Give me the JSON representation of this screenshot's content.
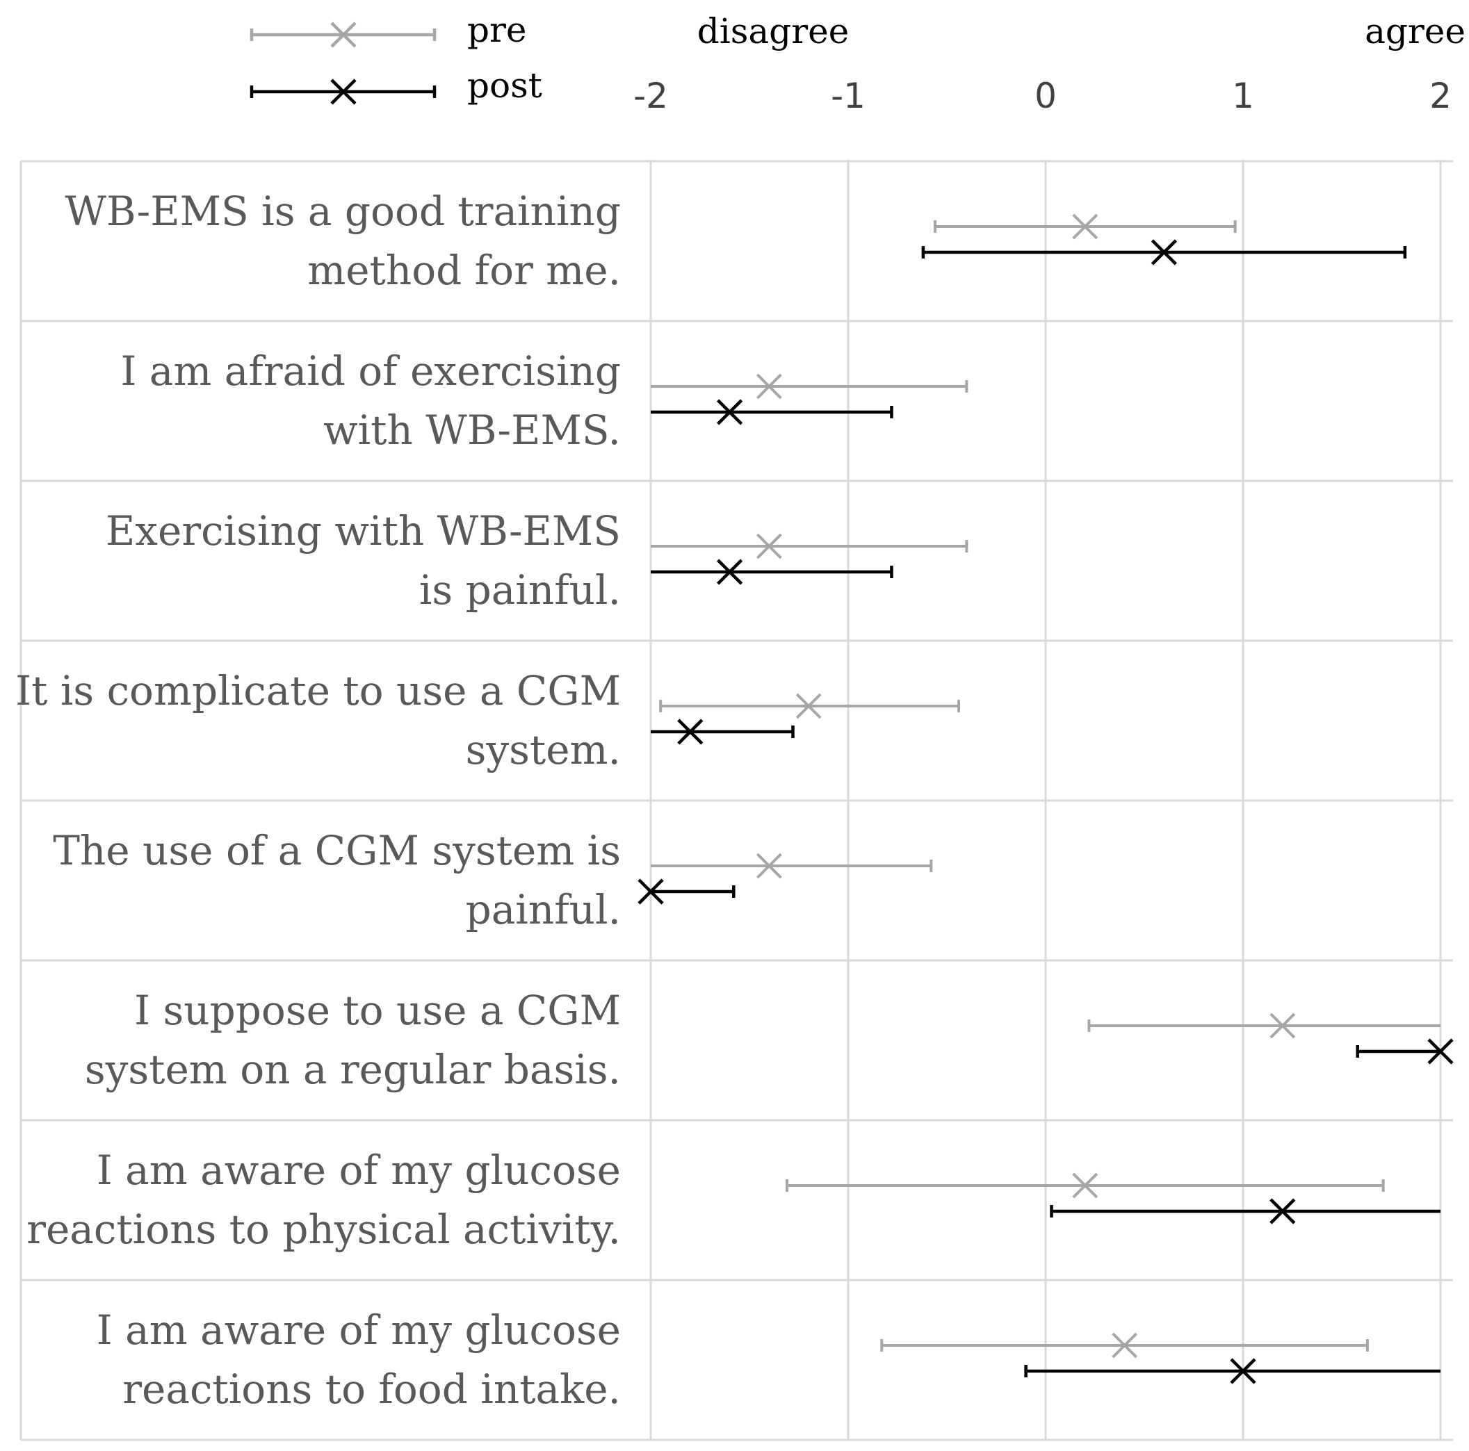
{
  "chart_data": {
    "type": "scatter",
    "subtype": "error-bar dot plot",
    "title": "",
    "xlabel": "",
    "ylabel": "",
    "x_left_label": "disagree",
    "x_right_label": "agree",
    "xlim": [
      -2,
      2
    ],
    "x_ticks": [
      "-2",
      "-1",
      "0",
      "1",
      "2"
    ],
    "grid": true,
    "legend_position": "top-left",
    "categories": [
      [
        "WB-EMS is a good training",
        "method for me."
      ],
      [
        "I am afraid of exercising",
        "with WB-EMS."
      ],
      [
        "Exercising with WB-EMS",
        "is painful."
      ],
      [
        "It is complicate to use a CGM",
        "system."
      ],
      [
        "The use of a CGM system is",
        "painful."
      ],
      [
        "I suppose to use a CGM",
        "system on a regular basis."
      ],
      [
        "I am aware of my glucose",
        "reactions to physical activity."
      ],
      [
        "I am aware of my glucose",
        "reactions to food intake."
      ]
    ],
    "series": [
      {
        "name": "pre",
        "color": "#a6a6a6",
        "values": [
          0.2,
          -1.4,
          -1.4,
          -1.2,
          -1.4,
          1.2,
          0.2,
          0.4
        ],
        "err_low": [
          -0.56,
          -2.0,
          -2.0,
          -1.95,
          -2.0,
          0.22,
          -1.31,
          -0.83
        ],
        "err_high": [
          0.96,
          -0.4,
          -0.4,
          -0.44,
          -0.58,
          2.0,
          1.71,
          1.63
        ]
      },
      {
        "name": "post",
        "color": "#000000",
        "values": [
          0.6,
          -1.6,
          -1.6,
          -1.8,
          -2.0,
          2.0,
          1.2,
          1.0
        ],
        "err_low": [
          -0.62,
          -2.0,
          -2.0,
          -2.0,
          -2.0,
          1.58,
          0.03,
          -0.1
        ],
        "err_high": [
          1.82,
          -0.78,
          -0.78,
          -1.28,
          -1.58,
          2.0,
          2.0,
          2.0
        ]
      }
    ]
  }
}
